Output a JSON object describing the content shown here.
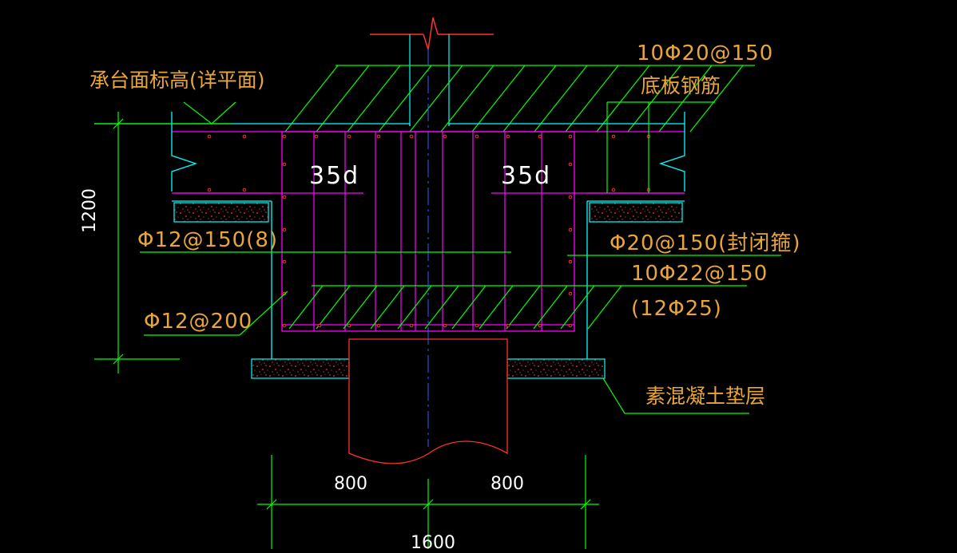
{
  "labels": {
    "cap_top_elevation": "承台面标高(详平面)",
    "top_rebar": "10Φ20@150",
    "bottom_slab_rebar": "底板钢筋",
    "anchor_left": "35d",
    "anchor_right": "35d",
    "stirrup_left": "Φ12@150(8)",
    "stirrup_right": "Φ20@150(封闭箍)",
    "main_rebar": "10Φ22@150",
    "main_rebar_alt": "(12Φ25)",
    "bottom_bar": "Φ12@200",
    "plain_concrete_cushion": "素混凝土垫层"
  },
  "dimensions": {
    "height": "1200",
    "left_width": "800",
    "right_width": "800",
    "total_width": "1600"
  },
  "colors": {
    "background": "#000000",
    "outline": "#00ffff",
    "rebar": "#ff00ff",
    "dimension": "#00ff00",
    "pile": "#ff0000",
    "text": "#e8a63a",
    "centerline": "#0000ff"
  }
}
